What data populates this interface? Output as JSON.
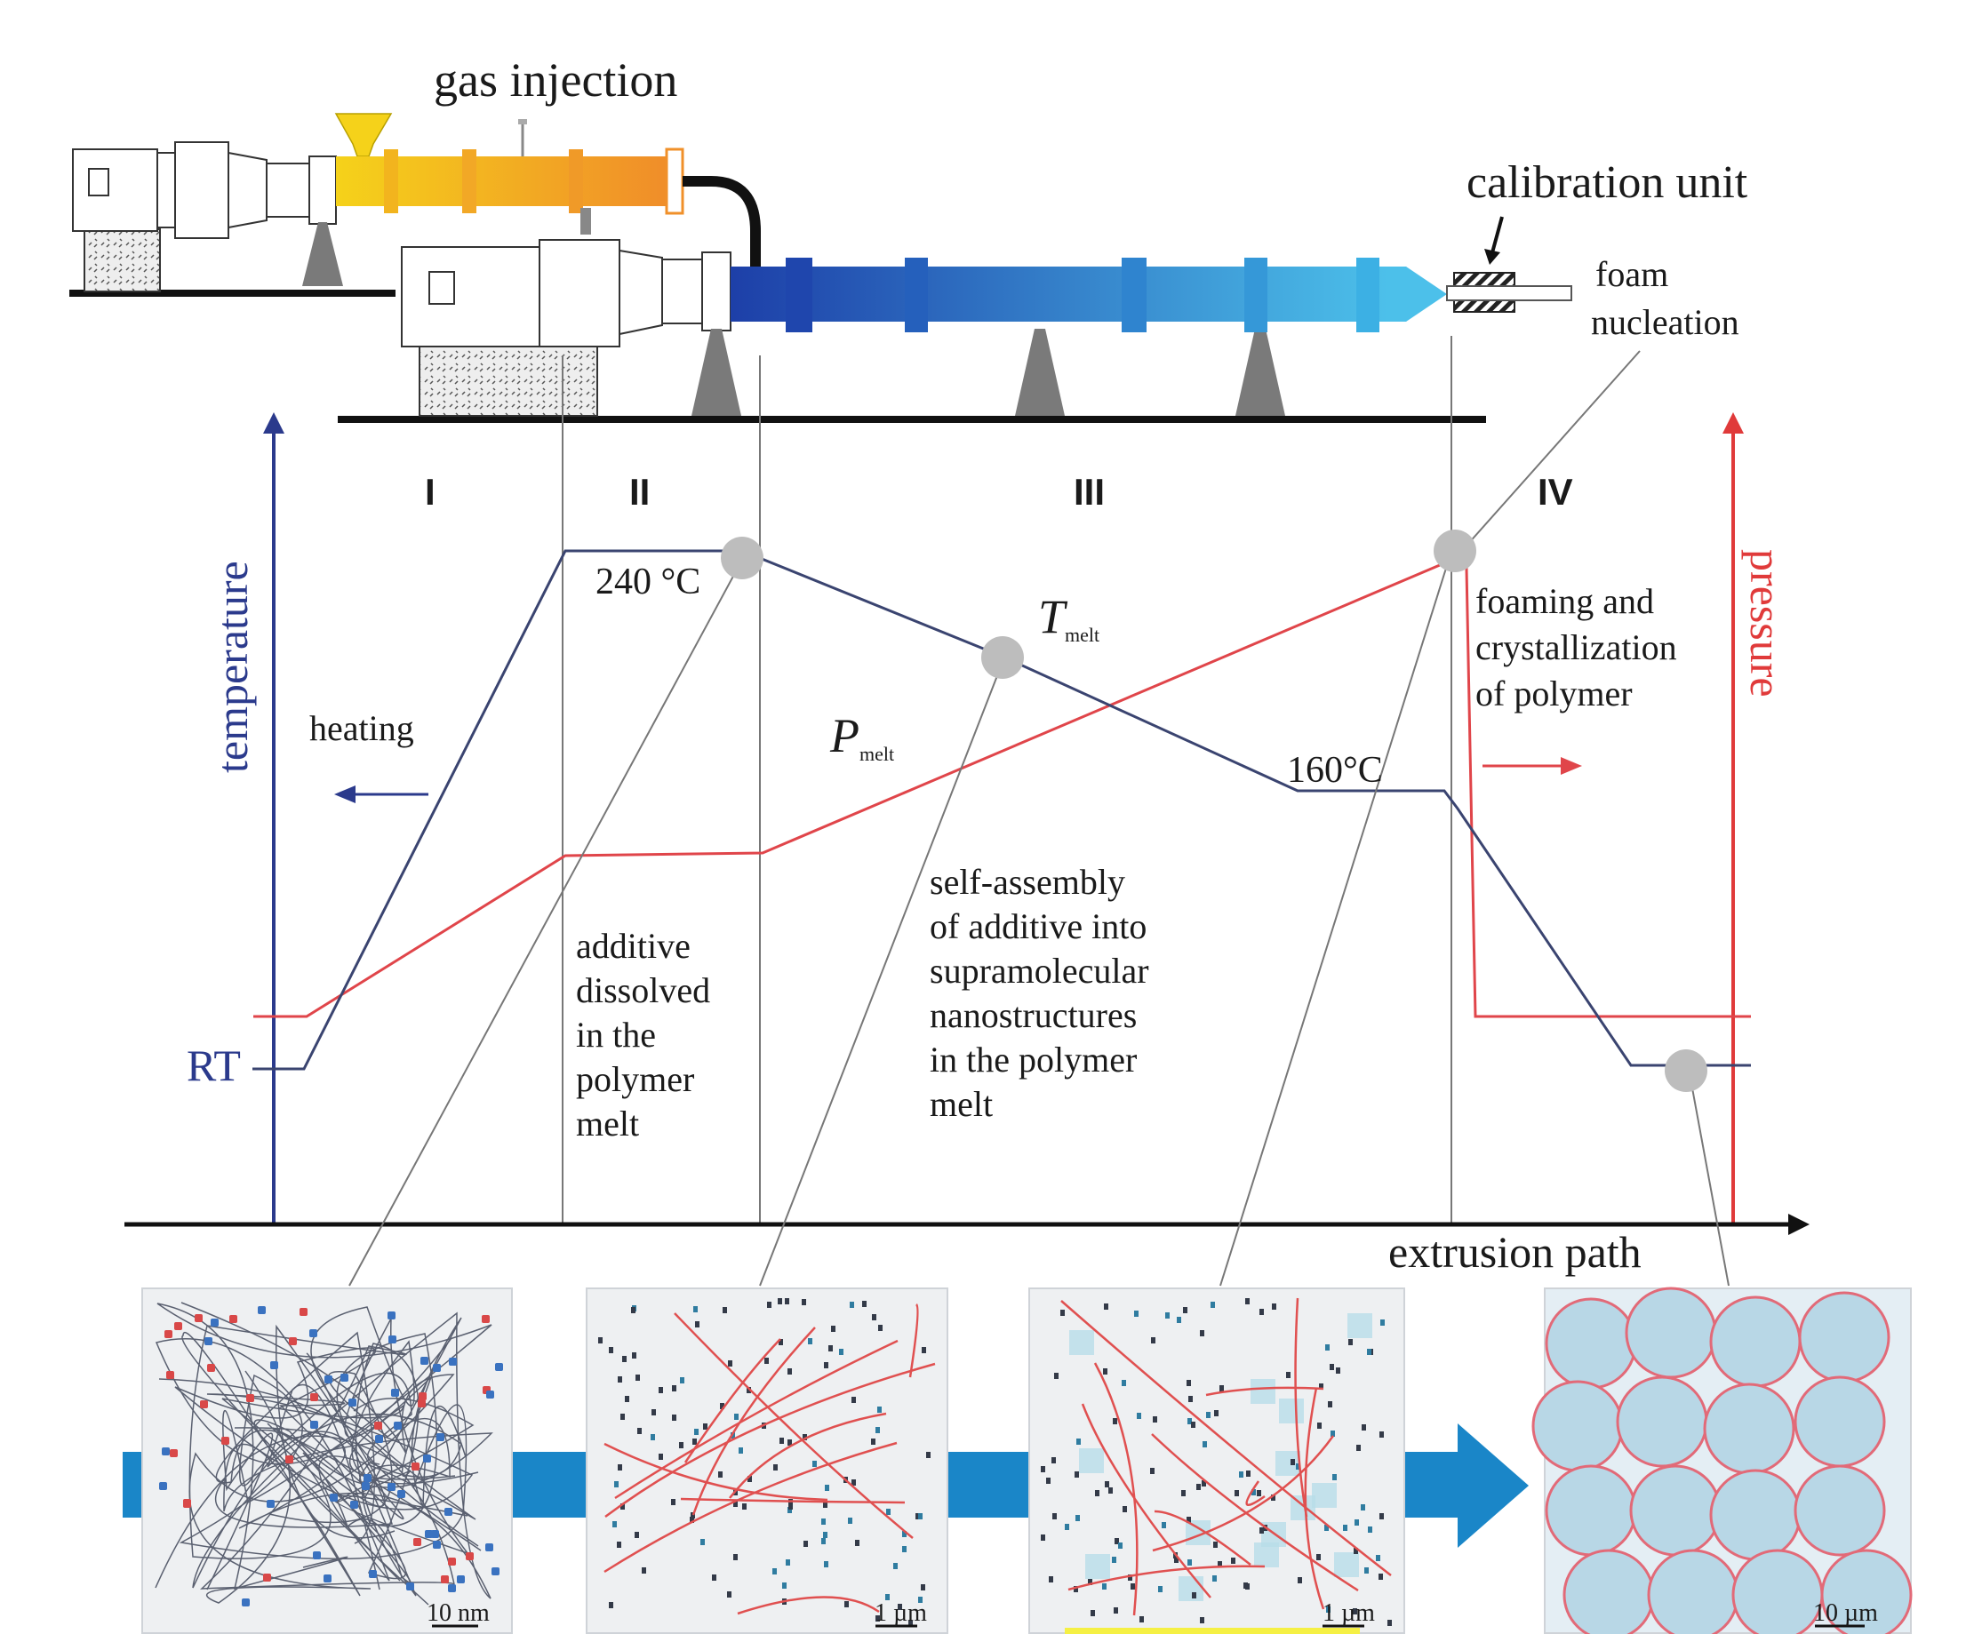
{
  "labels": {
    "gas_injection": "gas injection",
    "calibration_unit": "calibration unit",
    "foam": "foam",
    "nucleation": "nucleation",
    "zone_1": "I",
    "zone_2": "II",
    "zone_3": "III",
    "zone_4": "IV",
    "temperature": "temperature",
    "pressure": "pressure",
    "heating": "heating",
    "temp_240": "240 °C",
    "temp_160": "160°C",
    "t_melt_main": "T",
    "t_melt_sub": "melt",
    "p_melt_main": "P",
    "p_melt_sub": "melt",
    "rt": "RT",
    "foaming": [
      "foaming and",
      "crystallization",
      "of polymer"
    ],
    "additive_dissolved": [
      "additive",
      "dissolved",
      "in the",
      "polymer",
      "melt"
    ],
    "self_assembly": [
      "self-assembly",
      "of additive into",
      "supramolecular",
      "nanostructures",
      "in the polymer",
      "melt"
    ],
    "extrusion_path": "extrusion path",
    "scale_1": "10 nm",
    "scale_2": "1 µm",
    "scale_3": "1 µm",
    "scale_4": "10 µm"
  },
  "colors": {
    "temperature_axis": "#2b3a8c",
    "pressure_axis": "#e03a3a",
    "temperature_curve": "#3a4470",
    "pressure_curve": "#e0454a",
    "flow_arrow": "#1a86c8",
    "first_extruder_start": "#f5d21a",
    "first_extruder_end": "#f0902a",
    "second_extruder_start": "#1d3fa8",
    "second_extruder_end": "#4cc0ea"
  },
  "icons": [
    "hopper-icon",
    "extruder-motor-icon",
    "die-icon",
    "flow-arrow-icon"
  ]
}
